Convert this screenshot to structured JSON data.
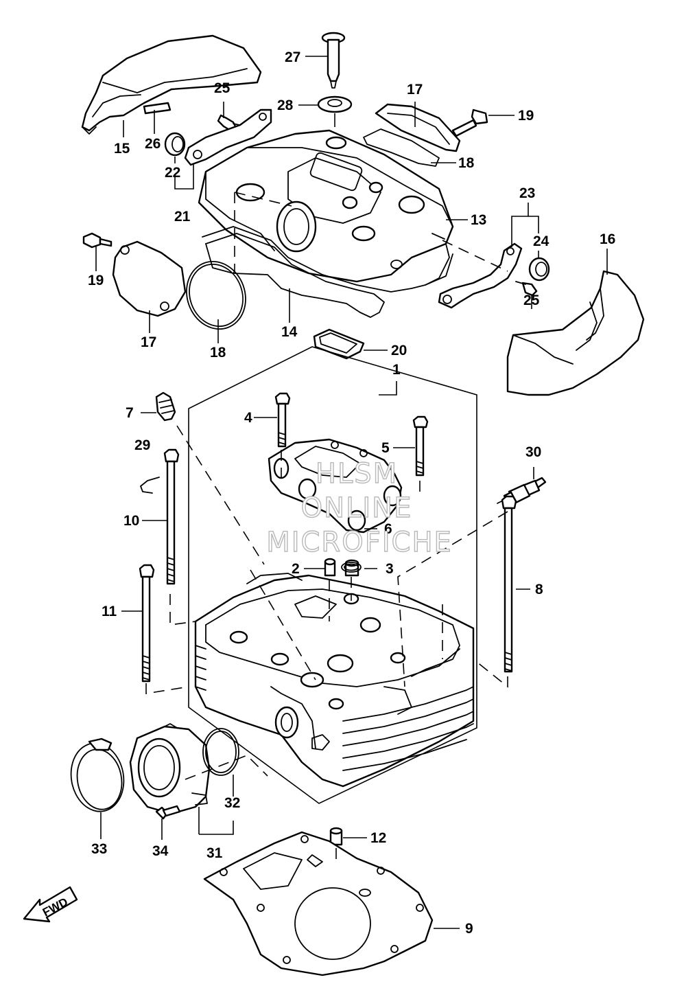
{
  "watermark": {
    "line1": "HLSM",
    "line2": "ONLINE",
    "line3": "MICROFICHE"
  },
  "direction_marker": "FWD",
  "callouts": {
    "c1": "1",
    "c2": "2",
    "c3": "3",
    "c4": "4",
    "c5": "5",
    "c6": "6",
    "c7": "7",
    "c8": "8",
    "c9": "9",
    "c10": "10",
    "c11": "11",
    "c12": "12",
    "c13": "13",
    "c14": "14",
    "c15": "15",
    "c16": "16",
    "c17a": "17",
    "c17b": "17",
    "c18a": "18",
    "c18b": "18",
    "c19a": "19",
    "c19b": "19",
    "c20": "20",
    "c21": "21",
    "c22": "22",
    "c23": "23",
    "c24": "24",
    "c25a": "25",
    "c25b": "25",
    "c26": "26",
    "c27": "27",
    "c28": "28",
    "c29": "29",
    "c30": "30",
    "c31": "31",
    "c32": "32",
    "c33": "33",
    "c34": "34"
  }
}
